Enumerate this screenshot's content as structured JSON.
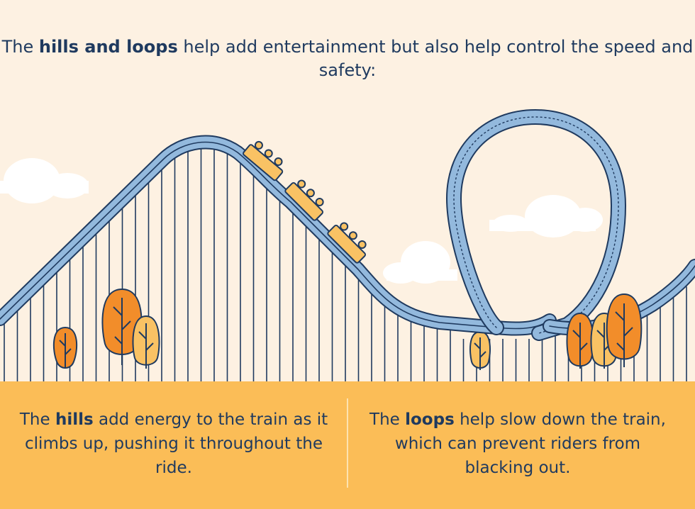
{
  "headline": {
    "pre": "The ",
    "bold": "hills and loops",
    "post": " help add entertainment but also help control the speed and safety:"
  },
  "captions": {
    "hills": {
      "pre": "The ",
      "bold": "hills",
      "post": " add energy to the train as it climbs up, pushing it throughout the ride."
    },
    "loops": {
      "pre": "The ",
      "bold": "loops",
      "post": " help slow down the train, which can prevent riders from blacking out."
    }
  },
  "colors": {
    "background": "#fdf1e2",
    "band": "#fbbd57",
    "track_fill": "#93b9dd",
    "outline": "#1f3a5f",
    "tree_dark": "#f28d2a",
    "tree_light": "#f9c264",
    "cloud": "#ffffff"
  }
}
